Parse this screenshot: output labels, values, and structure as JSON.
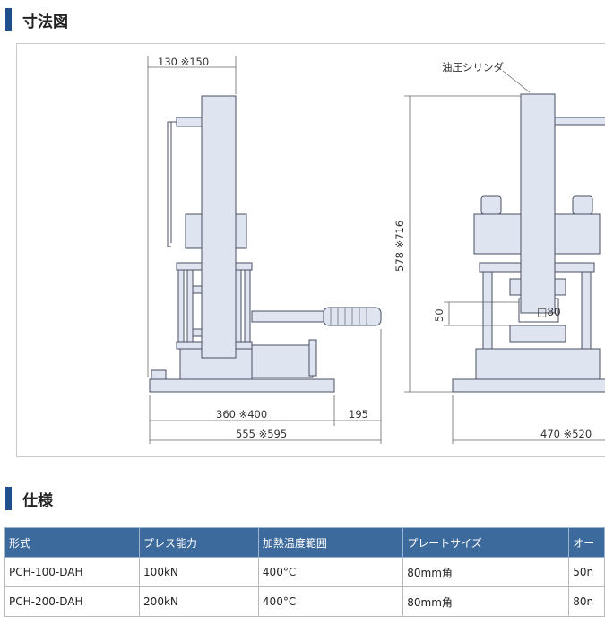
{
  "sections": {
    "dimensions_title": "寸法図",
    "spec_title": "仕様"
  },
  "drawing": {
    "label_cylinder": "油圧シリンダ",
    "dim_top_width": "130 ※150",
    "dim_height": "578 ※716",
    "dim_50": "50",
    "dim_plate": "□80",
    "dim_base": "360 ※400",
    "dim_handle": "195",
    "dim_total": "555 ※595",
    "dim_side": "470 ※520"
  },
  "spec_table": {
    "headers": [
      "形式",
      "プレス能力",
      "加熱温度範囲",
      "プレートサイズ",
      "オー"
    ],
    "rows": [
      [
        "PCH-100-DAH",
        "100kN",
        "400°C",
        "80mm角",
        "50n"
      ],
      [
        "PCH-200-DAH",
        "200kN",
        "400°C",
        "80mm角",
        "80n"
      ]
    ]
  },
  "colors": {
    "accent_bar": "#1f4e8c",
    "table_header": "#3c6a9c",
    "machine_fill": "#dfe4f1",
    "machine_stroke": "#4a4f63"
  }
}
